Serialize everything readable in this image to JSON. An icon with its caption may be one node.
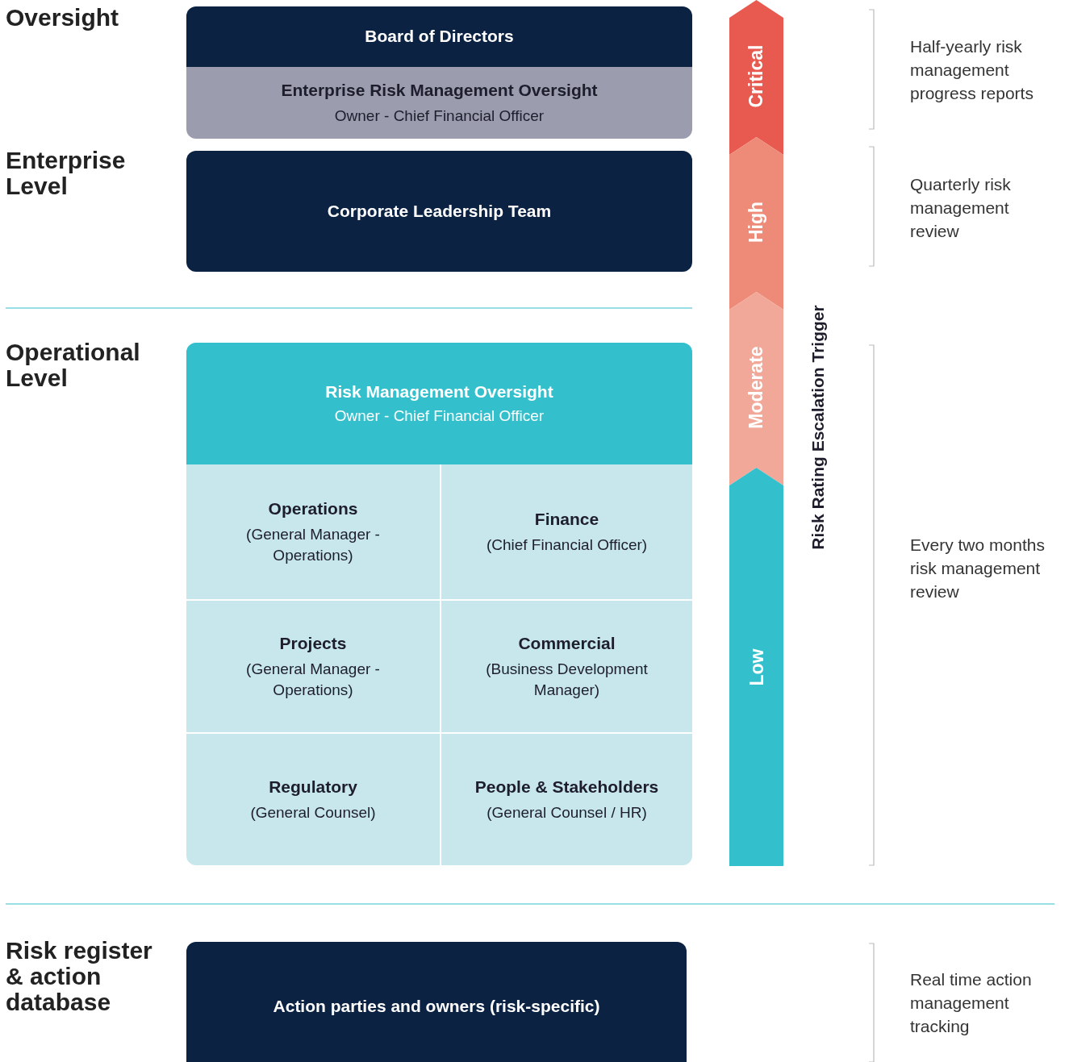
{
  "diagram": {
    "nodes": [
      {
        "text": [
          "Board of Directors"
        ]
      },
      {
        "text": [
          "Enterprise Risk Management Oversight",
          "Owner - Chief Financial Officer"
        ]
      },
      {
        "text": [
          "Corporate Leadership Team"
        ]
      },
      {
        "text": [
          "Risk Management Oversight",
          "Owner - Chief Financial Officer"
        ]
      },
      {
        "text": [
          "Operations",
          "(General Manager - Operations)"
        ],
        "in": 3
      },
      {
        "text": [
          "Finance",
          "(Chief Financial Officer)"
        ],
        "in": 3
      },
      {
        "text": [
          "Projects",
          "(General Manager - Operations)"
        ],
        "in": 3
      },
      {
        "text": [
          "Commercial",
          "(Business Development Manager)"
        ],
        "in": 3
      },
      {
        "text": [
          "Regulatory",
          "(General Counsel)"
        ],
        "in": 3
      },
      {
        "text": [
          "People & Stakeholders",
          "(General Counsel / HR)"
        ],
        "in": 3
      },
      {
        "text": [
          "Action parties and owners (risk-specific)"
        ]
      },
      {
        "text": [
          "Critical"
        ]
      },
      {
        "text": [
          "High"
        ]
      },
      {
        "text": [
          "Moderate"
        ]
      },
      {
        "text": [
          "Low"
        ]
      }
    ],
    "labels": [
      "Oversight",
      "Enterprise Level",
      "Operational Level",
      "Risk register & action database",
      "Risk Rating Escalation Trigger",
      "Half-yearly risk management progress reports",
      "Quarterly risk management review",
      "Every two months risk management review",
      "Real time action management tracking"
    ]
  }
}
